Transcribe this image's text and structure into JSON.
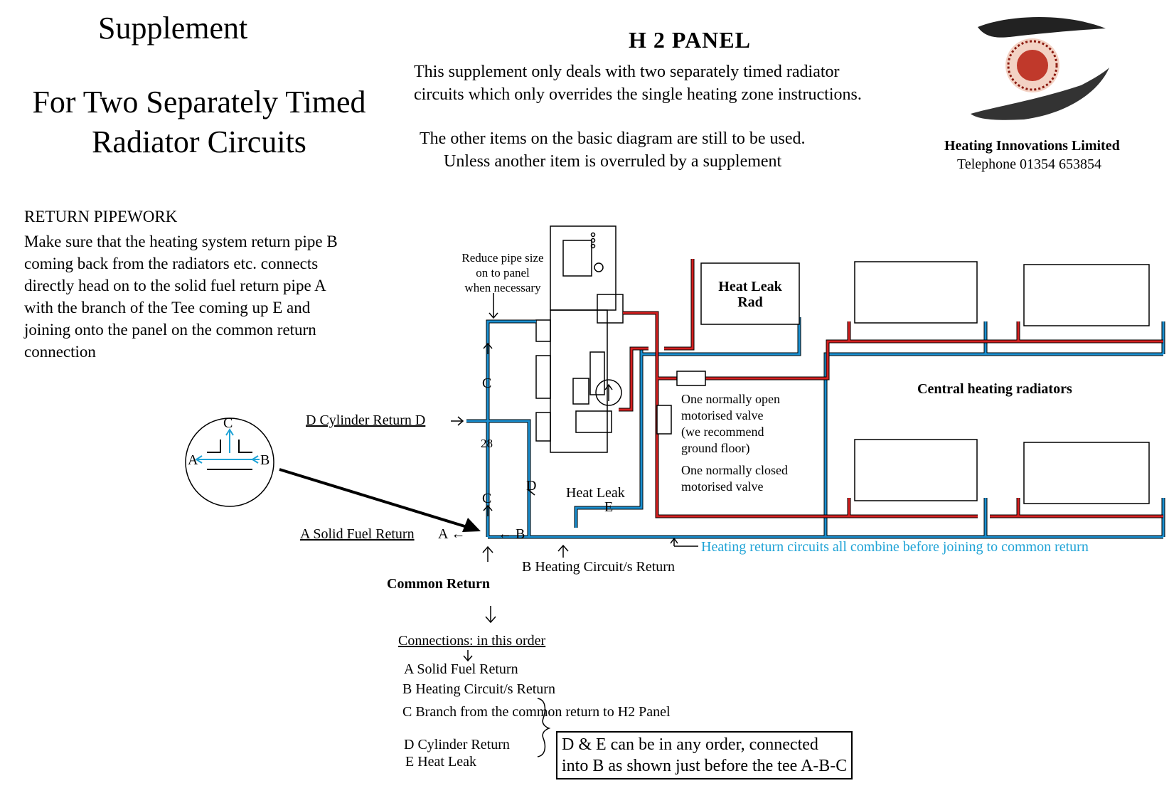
{
  "header": {
    "supplement": "Supplement",
    "subtitle_line1": "For Two Separately Timed",
    "subtitle_line2": "Radiator Circuits",
    "panel_title": "H 2 PANEL",
    "intro_line1": "This supplement only deals with two separately timed radiator",
    "intro_line2": "circuits which only overrides the single heating zone instructions.",
    "other_line1": "The other items on the basic diagram are still to be used.",
    "other_line2": "Unless another item is overruled by a supplement"
  },
  "company": {
    "name": "Heating Innovations Limited",
    "phone": "Telephone 01354 653854"
  },
  "return_pipework": {
    "heading": "RETURN PIPEWORK",
    "lines": [
      "Make sure that the heating system return pipe B",
      "coming back from the radiators etc. connects",
      "directly head on to the solid fuel return pipe A",
      "with the branch of the Tee coming up E and",
      "joining onto the panel on the common return",
      "connection"
    ]
  },
  "tee_inset": {
    "c": "C",
    "a": "A",
    "b": "B"
  },
  "labels": {
    "reduce_pipe": [
      "Reduce pipe size",
      "on to panel",
      "when necessary"
    ],
    "cylinder_return": "D Cylinder Return D",
    "c_upper": "C",
    "pipe_28": "28",
    "c_lower": "C",
    "d_label": "D",
    "heat_leak": "Heat Leak",
    "e_label": "E",
    "solid_fuel_return": "A Solid Fuel Return",
    "a_arrow": "A",
    "b_arrow": "B",
    "heating_circuit_return": "B Heating Circuit/s Return",
    "common_return": "Common Return",
    "heating_return_note": "Heating return  circuits all combine before joining to common return",
    "heat_leak_rad": [
      "Heat Leak",
      "Rad"
    ],
    "central_heating": "Central heating radiators",
    "valve_open": [
      "One normally open",
      "motorised valve",
      "(we recommend",
      "ground floor)"
    ],
    "valve_closed": [
      "One normally closed",
      " motorised valve"
    ]
  },
  "connections": {
    "heading": "Connections: in this order",
    "items": [
      "A  Solid Fuel Return",
      "B Heating Circuit/s Return",
      "C Branch from the common return to H2 Panel"
    ],
    "d_item": "D Cylinder Return",
    "e_item": "E  Heat Leak",
    "note_line1": "D & E  can be in any order, connected",
    "note_line2": "into B  as shown just before the tee A-B-C"
  },
  "colors": {
    "flow": "#d42020",
    "return": "#1a8fd0",
    "ink": "#000000"
  }
}
